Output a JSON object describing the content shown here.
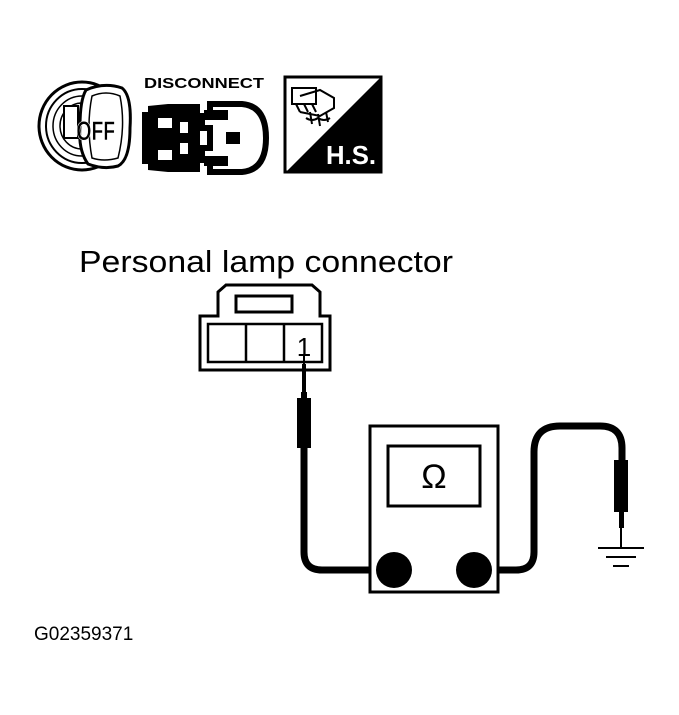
{
  "icons": {
    "ignition": {
      "icon": "ignition-key-off-icon",
      "label": "OFF"
    },
    "disconnect": {
      "icon": "connector-disconnect-icon",
      "label": "DISCONNECT"
    },
    "harness": {
      "icon": "harness-side-icon",
      "label": "H.S."
    }
  },
  "connector": {
    "title": "Personal lamp connector",
    "terminal": "1"
  },
  "meter": {
    "symbol": "Ω"
  },
  "ground": {
    "icon": "ground-icon"
  },
  "figure_id": "G02359371"
}
